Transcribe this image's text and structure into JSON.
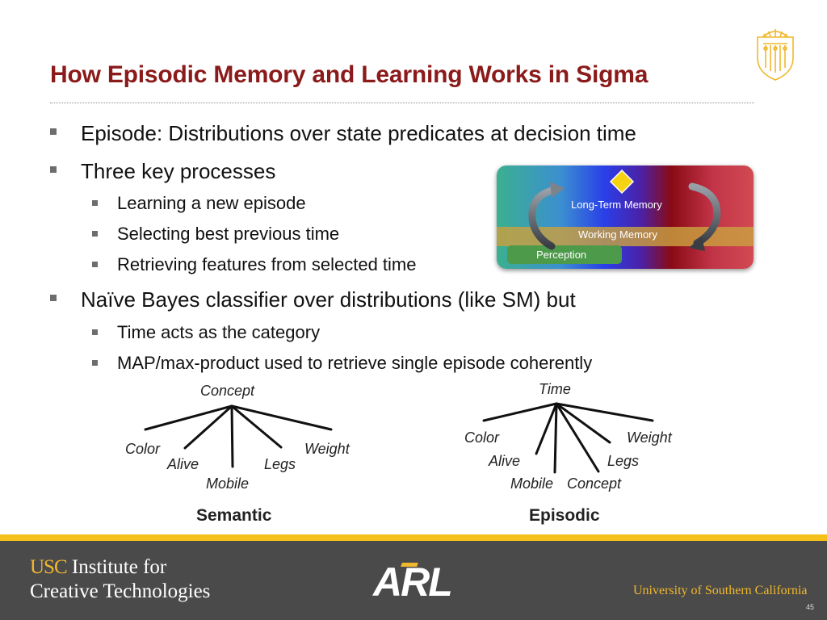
{
  "slide": {
    "title": "How Episodic Memory and Learning Works in Sigma",
    "bullets": {
      "b1": "Episode: Distributions over state predicates at decision time",
      "b2": "Three key processes",
      "b2_sub": [
        "Learning a new episode",
        "Selecting best previous time",
        "Retrieving features from selected time"
      ],
      "b3": "Naïve Bayes classifier over distributions (like SM) but",
      "b3_sub": [
        "Time acts as the category",
        "MAP/max-product used to retrieve single episode coherently"
      ]
    },
    "architecture": {
      "ltm": "Long-Term Memory",
      "wm": "Working Memory",
      "perception": "Perception"
    },
    "semantic": {
      "root": "Concept",
      "leaves": [
        "Color",
        "Alive",
        "Mobile",
        "Legs",
        "Weight"
      ],
      "caption": "Semantic"
    },
    "episodic": {
      "root": "Time",
      "leaves": [
        "Color",
        "Alive",
        "Mobile",
        "Concept",
        "Legs",
        "Weight"
      ],
      "caption": "Episodic"
    }
  },
  "footer": {
    "ict_usc": "USC",
    "ict_line1": "Institute for",
    "ict_line2": "Creative Technologies",
    "arl": "ARL",
    "usc_name": "University of Southern California",
    "page": "45"
  },
  "colors": {
    "title": "#8b1a1a",
    "gold": "#f1b82d",
    "footer_bg": "#4a4a4a",
    "footer_stripe": "#f4c11c"
  },
  "icons": [
    "usc-seal-icon",
    "bullet-square-icon",
    "cycle-arrow-icon",
    "diamond-icon"
  ]
}
